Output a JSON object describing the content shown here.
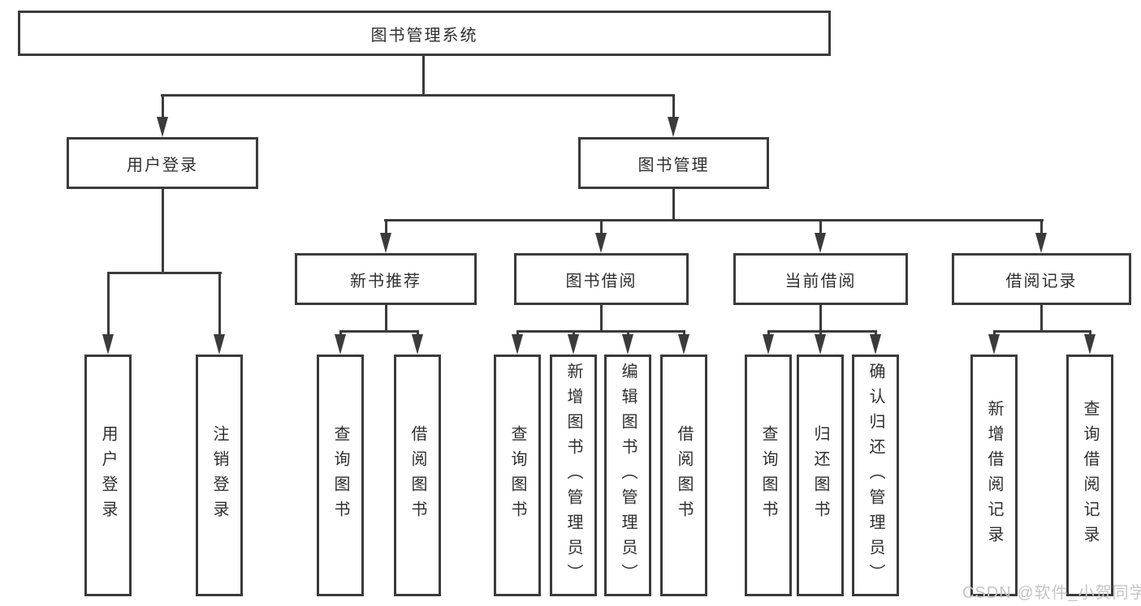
{
  "diagram": {
    "root": {
      "label": "图书管理系统"
    },
    "branches": [
      {
        "label": "用户登录",
        "children": [
          {
            "label": "用户登录"
          },
          {
            "label": "注销登录"
          }
        ]
      },
      {
        "label": "图书管理",
        "children": [
          {
            "label": "新书推荐",
            "children": [
              {
                "label": "查询图书"
              },
              {
                "label": "借阅图书"
              }
            ]
          },
          {
            "label": "图书借阅",
            "children": [
              {
                "label": "查询图书"
              },
              {
                "label": "新增图书（管理员）"
              },
              {
                "label": "编辑图书（管理员）"
              },
              {
                "label": "借阅图书"
              }
            ]
          },
          {
            "label": "当前借阅",
            "children": [
              {
                "label": "查询图书"
              },
              {
                "label": "归还图书"
              },
              {
                "label": "确认归还（管理员）"
              }
            ]
          },
          {
            "label": "借阅记录",
            "children": [
              {
                "label": "新增借阅记录"
              },
              {
                "label": "查询借阅记录"
              }
            ]
          }
        ]
      }
    ]
  },
  "watermark": {
    "text": "CSDN @软件_小贺同学"
  },
  "colors": {
    "line": "#3b3b3b",
    "text": "#2f2f2f",
    "watermark": "#c5c5c5",
    "bg": "#ffffff"
  }
}
